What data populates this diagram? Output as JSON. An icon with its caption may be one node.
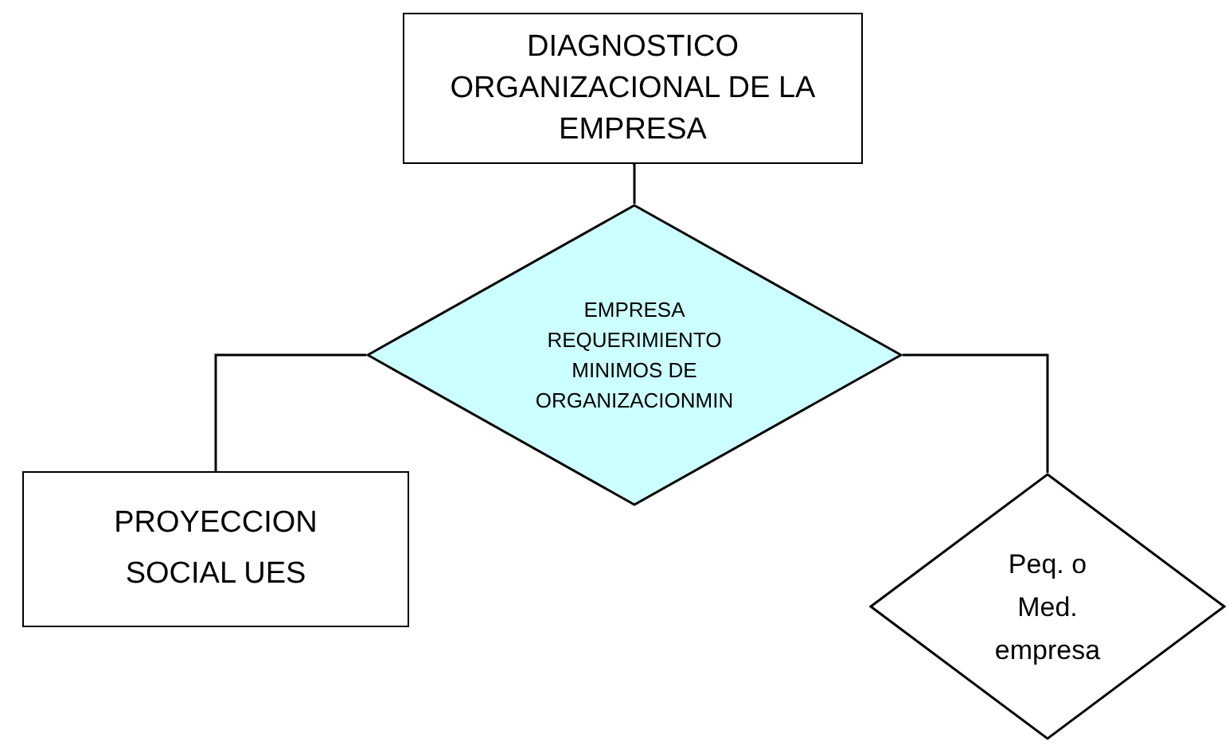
{
  "diagram": {
    "nodes": [
      {
        "text": [
          "DIAGNOSTICO ORGANIZACIONAL DE LA EMPRESA"
        ]
      },
      {
        "text": [
          "EMPRESA REQUERIMIENTO MINIMOS DE ORGANIZACIONMIN"
        ]
      },
      {
        "text": [
          "PROYECCION SOCIAL UES"
        ]
      },
      {
        "text": [
          "Peq. o Med. empresa"
        ]
      }
    ],
    "edges": [
      {
        "from": 0,
        "to": 1,
        "arrow": "none"
      },
      {
        "from": 1,
        "to": 2,
        "arrow": "none"
      },
      {
        "from": 1,
        "to": 3,
        "arrow": "none"
      }
    ]
  }
}
